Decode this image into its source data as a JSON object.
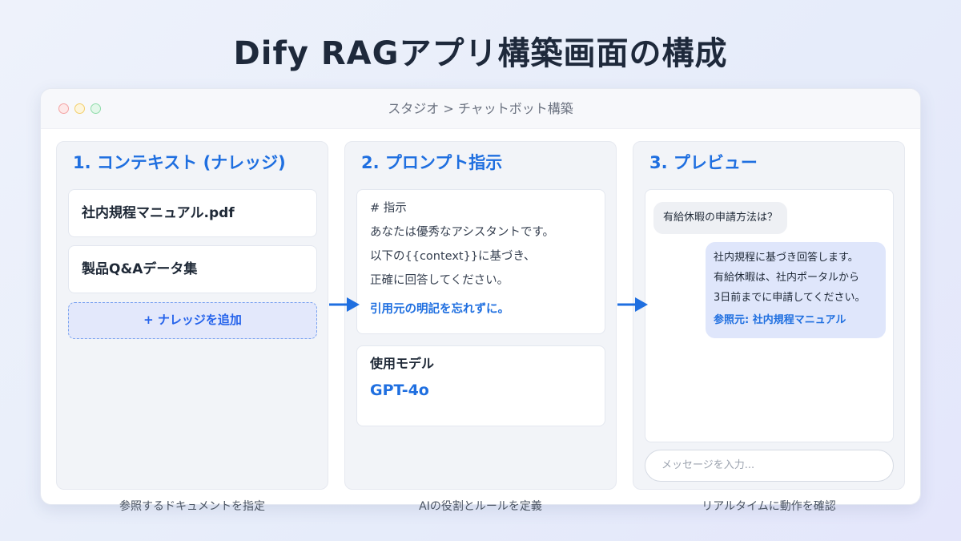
{
  "page_title": "Dify RAGアプリ構築画面の構成",
  "window": {
    "breadcrumb": "スタジオ > チャットボット構築"
  },
  "panels": {
    "context": {
      "title": "1. コンテキスト (ナレッジ)",
      "documents": [
        "社内規程マニュアル.pdf",
        "製品Q&Aデータ集"
      ],
      "add_button": "+ ナレッジを追加",
      "caption": "参照するドキュメントを指定"
    },
    "prompt": {
      "title": "2. プロンプト指示",
      "lines": [
        "# 指示",
        "あなたは優秀なアシスタントです。",
        "以下の{{context}}に基づき、",
        "正確に回答してください。"
      ],
      "emphasis": "引用元の明記を忘れずに。",
      "model_label": "使用モデル",
      "model_value": "GPT-4o",
      "caption": "AIの役割とルールを定義"
    },
    "preview": {
      "title": "3. プレビュー",
      "user_message": "有給休暇の申請方法は？",
      "bot_lines": [
        "社内規程に基づき回答します。",
        "有給休暇は、社内ポータルから",
        "3日前までに申請してください。"
      ],
      "bot_source": "参照元: 社内規程マニュアル",
      "input_placeholder": "メッセージを入力...",
      "caption": "リアルタイムに動作を確認"
    }
  },
  "colors": {
    "accent": "#1f6fe0",
    "arrow": "#1f6fe0"
  }
}
